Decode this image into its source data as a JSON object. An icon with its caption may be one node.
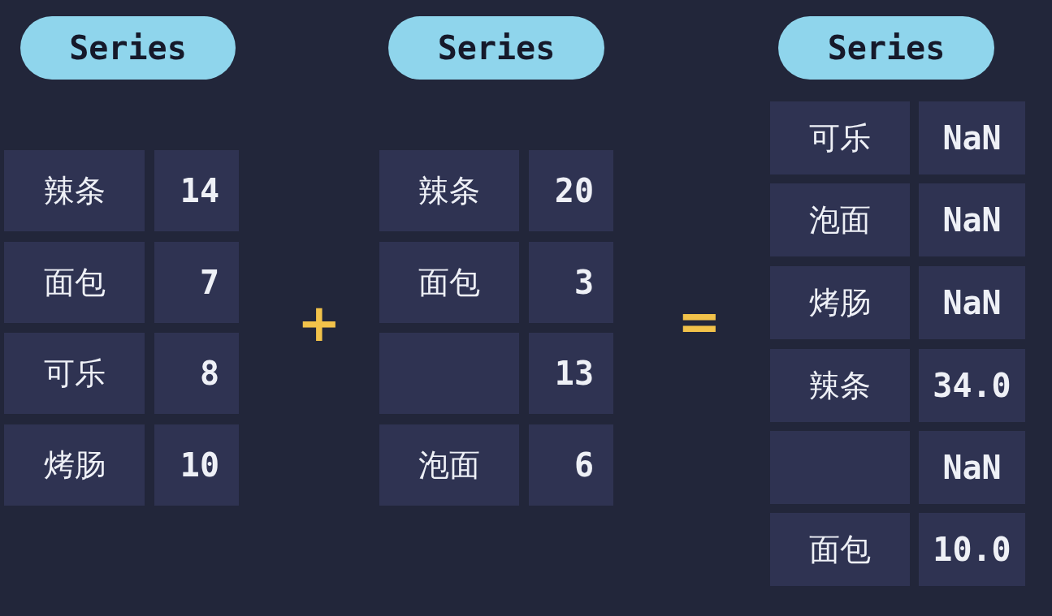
{
  "diagram": {
    "nodes": [
      {
        "text": [
          "Series"
        ]
      },
      {
        "text": [
          "辣条"
        ]
      },
      {
        "text": [
          "14"
        ]
      },
      {
        "text": [
          "面包"
        ]
      },
      {
        "text": [
          "7"
        ]
      },
      {
        "text": [
          "可乐"
        ]
      },
      {
        "text": [
          "8"
        ]
      },
      {
        "text": [
          "烤肠"
        ]
      },
      {
        "text": [
          "10"
        ]
      },
      {
        "text": [
          "Series"
        ]
      },
      {
        "text": [
          "辣条"
        ]
      },
      {
        "text": [
          "20"
        ]
      },
      {
        "text": [
          "面包"
        ]
      },
      {
        "text": [
          "3"
        ]
      },
      {
        "text": [],
        "shape": "box"
      },
      {
        "text": [
          "13"
        ]
      },
      {
        "text": [
          "泡面"
        ]
      },
      {
        "text": [
          "6"
        ]
      },
      {
        "text": [
          "Series"
        ]
      },
      {
        "text": [
          "可乐"
        ]
      },
      {
        "text": [
          "NaN"
        ]
      },
      {
        "text": [
          "泡面"
        ]
      },
      {
        "text": [
          "NaN"
        ]
      },
      {
        "text": [
          "烤肠"
        ]
      },
      {
        "text": [
          "NaN"
        ]
      },
      {
        "text": [
          "辣条"
        ]
      },
      {
        "text": [
          "34.0"
        ]
      },
      {
        "text": [],
        "shape": "box"
      },
      {
        "text": [
          "NaN"
        ]
      },
      {
        "text": [
          "面包"
        ]
      },
      {
        "text": [
          "10.0"
        ]
      }
    ],
    "labels": [
      "+",
      "="
    ]
  }
}
